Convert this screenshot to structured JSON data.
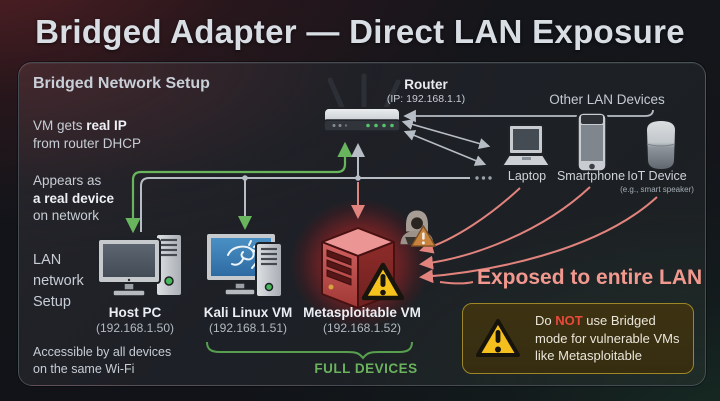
{
  "title": "Bridged Adapter — Direct LAN Exposure",
  "panel": {
    "heading": "Bridged Network Setup",
    "notes": {
      "dhcp_pre": "VM gets ",
      "dhcp_bold": "real IP",
      "dhcp_line2": "from router DHCP",
      "appears_line1": "Appears as",
      "appears_bold": "a real device",
      "appears_line3": "on network",
      "lan_line1": "LAN",
      "lan_line2": "network",
      "lan_line3": "Setup",
      "access_line1": "Accessible by all devices",
      "access_line2": "on the same Wi-Fi"
    },
    "router": {
      "name": "Router",
      "ip": "(IP: 192.168.1.1)"
    },
    "other_lan": {
      "heading": "Other LAN Devices",
      "laptop": "Laptop",
      "smartphone": "Smartphone",
      "iot": "IoT Device",
      "iot_sub": "(e.g., smart speaker)"
    },
    "machines": [
      {
        "label": "Host PC",
        "ip": "(192.168.1.50)"
      },
      {
        "label": "Kali Linux VM",
        "ip": "(192.168.1.51)"
      },
      {
        "label": "Metasploitable VM",
        "ip": "(192.168.1.52)"
      }
    ],
    "full_devices": "FULL DEVICES",
    "exposed": "Exposed to entire LAN",
    "warning_pre": "Do ",
    "warning_not": "NOT",
    "warning_post": " use Bridged mode for vulnerable VMs like Metasploitable"
  },
  "colors": {
    "accent_green": "#68b55e",
    "accent_pink": "#e2837d",
    "warning_yellow": "#f5c01e",
    "danger_red": "#ea4a3a"
  }
}
